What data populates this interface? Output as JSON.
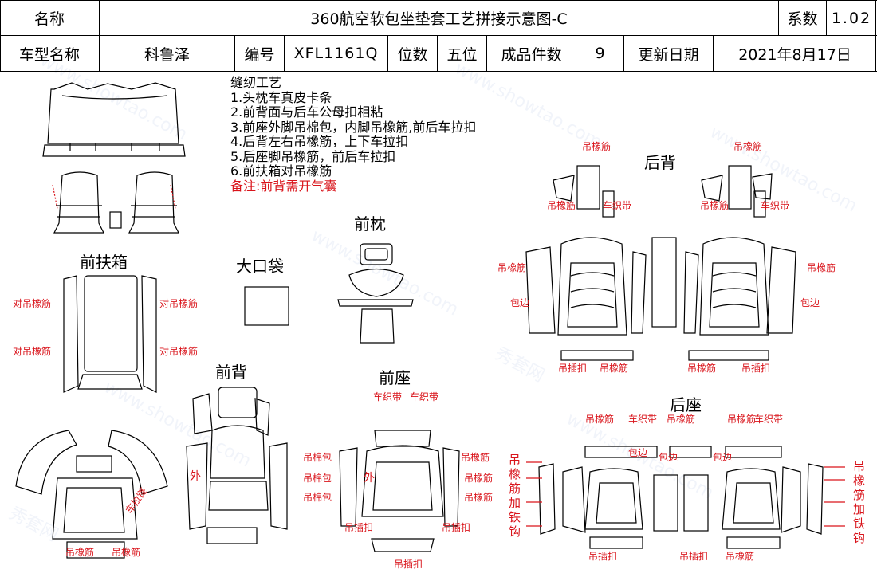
{
  "header": {
    "name_label": "名称",
    "title": "360航空软包坐垫套工艺拼接示意图-C",
    "coef_label": "系数",
    "coef_value": "1.02",
    "model_label": "车型名称",
    "model_value": "科鲁泽",
    "code_label": "编号",
    "code_value": "XFL1161Q",
    "seats_label": "位数",
    "seats_value": "五位",
    "pieces_label": "成品件数",
    "pieces_value": "9",
    "date_label": "更新日期",
    "date_value": "2021年8月17日"
  },
  "notes": {
    "title": "缝纫工艺",
    "items": [
      "1.头枕车真皮卡条",
      "2.前背面与后车公母扣相粘",
      "3.前座外脚吊棉包，内脚吊橡筋,前后车拉扣",
      "4.后背左右吊橡筋，上下车拉扣",
      "5.后座脚吊橡筋，前后车拉扣",
      "6.前扶箱对吊橡筋"
    ],
    "remark": "备注:前背需开气囊"
  },
  "sections": {
    "front_armrest": "前扶箱",
    "big_pocket": "大口袋",
    "front_headrest": "前枕",
    "rear_back": "后背",
    "front_back": "前背",
    "front_seat": "前座",
    "rear_seat": "后座"
  },
  "labels": {
    "pair_elastic": "对吊橡筋",
    "hang_cotton": "吊棉包",
    "hang_elastic": "吊橡筋",
    "hang_clip": "吊插扣",
    "car_strap": "车织带",
    "wrap_edge": "包边",
    "outer": "外",
    "pull_clip": "车拉链",
    "elastic_hook": "吊橡筋加铁钩"
  },
  "watermark": {
    "site": "www.showtao.com",
    "brand": "秀套网"
  }
}
